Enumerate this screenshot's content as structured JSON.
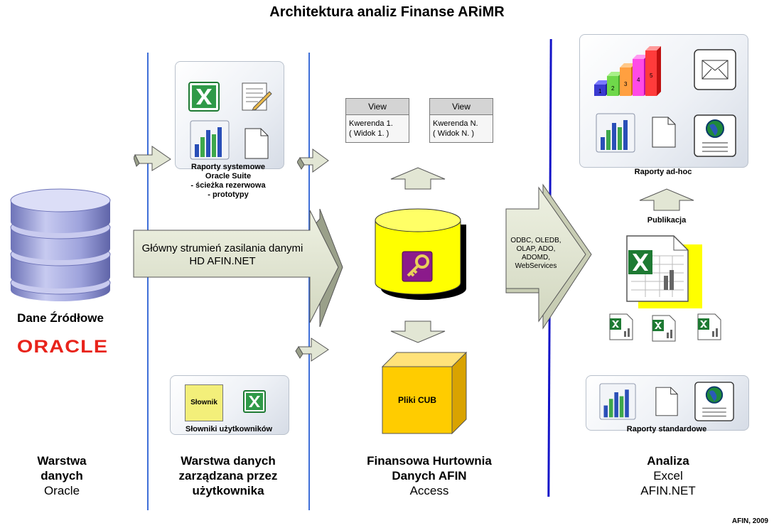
{
  "title": "Architektura analiz Finanse ARiMR",
  "source_label": "Dane Źródłowe",
  "oracle_logo": "ORACLE",
  "system_reports": {
    "line1": "Raporty systemowe",
    "line2": "Oracle Suite",
    "line3": "- ścieżka rezerwowa",
    "line4": "- prototypy"
  },
  "views": [
    {
      "header": "View",
      "line1": "Kwerenda 1.",
      "line2": "( Widok 1. )"
    },
    {
      "header": "View",
      "line1": "Kwerenda N.",
      "line2": "( Widok N. )"
    }
  ],
  "main_stream": {
    "line1": "Główny strumień zasilania danymi",
    "line2": "HD AFIN.NET"
  },
  "connectors": {
    "line1": "ODBC, OLEDB,",
    "line2": "OLAP, ADO,",
    "line3": "ADOMD,",
    "line4": "WebServices"
  },
  "cub_label": "Pliki CUB",
  "dictionary": {
    "card": "Słownik",
    "caption": "Słowniki użytkowników"
  },
  "adhoc": {
    "caption": "Raporty ad-hoc",
    "bars": [
      "1",
      "2",
      "3",
      "4",
      "5"
    ]
  },
  "publication": "Publikacja",
  "standard_reports": "Raporty standardowe",
  "columns": [
    {
      "b1": "Warstwa",
      "b2": "danych",
      "n1": "Oracle"
    },
    {
      "b1": "Warstwa danych",
      "b2": "zarządzana przez",
      "b3": "użytkownika"
    },
    {
      "b1": "Finansowa Hurtownia",
      "b2": "Danych AFIN",
      "n1": "Access"
    },
    {
      "b1": "Analiza",
      "n1": "Excel",
      "n2": "AFIN.NET"
    }
  ],
  "footer": "AFIN, 2009",
  "colors": {
    "line": "#3f6fd8",
    "line_dark": "#1414c8",
    "arrow_fill": "#e2e6d4",
    "cylinder": "#ffff00",
    "cube": "#ffcc00",
    "access": "#8b1a8b",
    "excel": "#1e7a33"
  }
}
